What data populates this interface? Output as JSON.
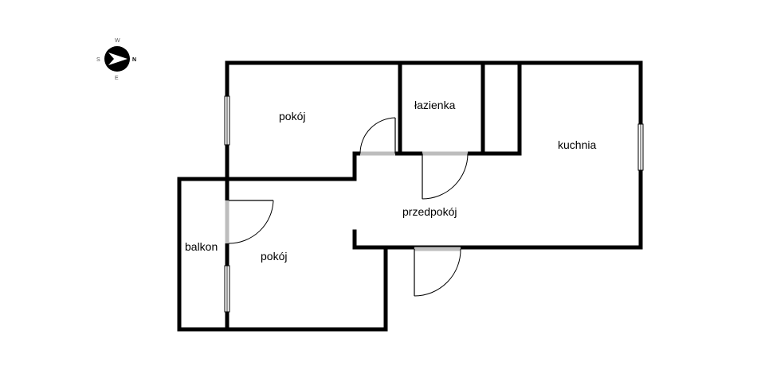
{
  "rooms": {
    "pokoj_top": "pokój",
    "lazienka": "łazienka",
    "kuchnia": "kuchnia",
    "przedpokoj": "przedpokój",
    "balkon": "balkon",
    "pokoj_bottom": "pokój"
  },
  "compass": {
    "north": "N",
    "south": "S",
    "east": "E",
    "west": "W"
  },
  "colors": {
    "wall": "#000000",
    "door_opening": "#bdbdbd",
    "background": "#ffffff"
  }
}
